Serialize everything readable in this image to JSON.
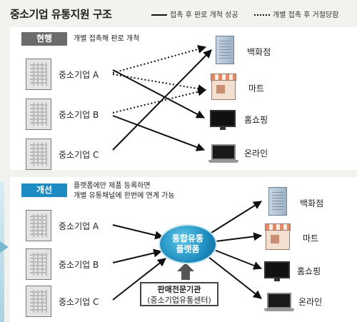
{
  "title": "중소기업 유통지원 구조",
  "legend": {
    "solid": "접촉 후 판로 개척 성공",
    "dotted": "개별 접촉 후 거절당함"
  },
  "colors": {
    "current_tag": "#6b6b6b",
    "improved_tag": "#1e8bc3",
    "hub": "#1d8dbf"
  },
  "current": {
    "tag": "현행",
    "desc": "개별 접촉해 판로 개척",
    "companies": [
      "중소기업 A",
      "중소기업 B",
      "중소기업 C"
    ],
    "destinations": [
      "백화점",
      "마트",
      "홈쇼핑",
      "온라인"
    ]
  },
  "improved": {
    "tag": "개선",
    "desc_line1": "플랫폼에만 제품 등록하면",
    "desc_line2": "개별 유통채널에 한번에 연계 가능",
    "companies": [
      "중소기업 A",
      "중소기업 B",
      "중소기업 C"
    ],
    "hub_line1": "통합유통",
    "hub_line2": "플랫폼",
    "agency_line1": "판매전문기관",
    "agency_line2": "(중소기업유통센터)",
    "destinations": [
      "백화점",
      "마트",
      "홈쇼핑",
      "온라인"
    ]
  },
  "icons": [
    "building-icon",
    "department-store-icon",
    "mart-icon",
    "tv-icon",
    "laptop-icon"
  ]
}
